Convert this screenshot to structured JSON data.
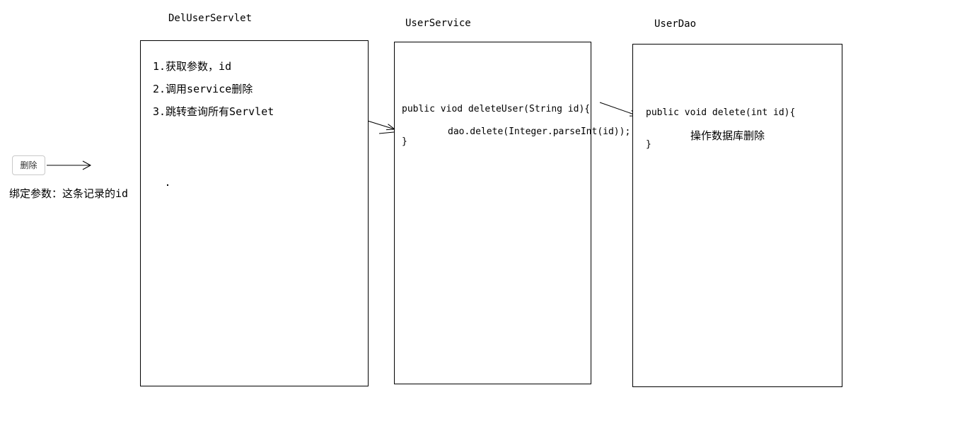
{
  "diagram": {
    "colors": {
      "line": "#000000",
      "button_border": "#c9c9c9",
      "background": "#ffffff"
    },
    "trigger": {
      "button_label": "删除",
      "caption": "绑定参数：这条记录的id"
    },
    "servlet": {
      "title": "DelUserServlet",
      "steps": [
        "1.获取参数，id",
        "2.调用service删除",
        "3.跳转查询所有Servlet"
      ],
      "stray_mark": "."
    },
    "service": {
      "title": "UserService",
      "code_line1": "public viod deleteUser(String id){",
      "code_line2": "dao.delete(Integer.parseInt(id));",
      "code_line3": "}"
    },
    "dao": {
      "title": "UserDao",
      "code_line1": "public void delete(int id){",
      "code_line2": "操作数据库删除",
      "code_line3": "}"
    }
  }
}
